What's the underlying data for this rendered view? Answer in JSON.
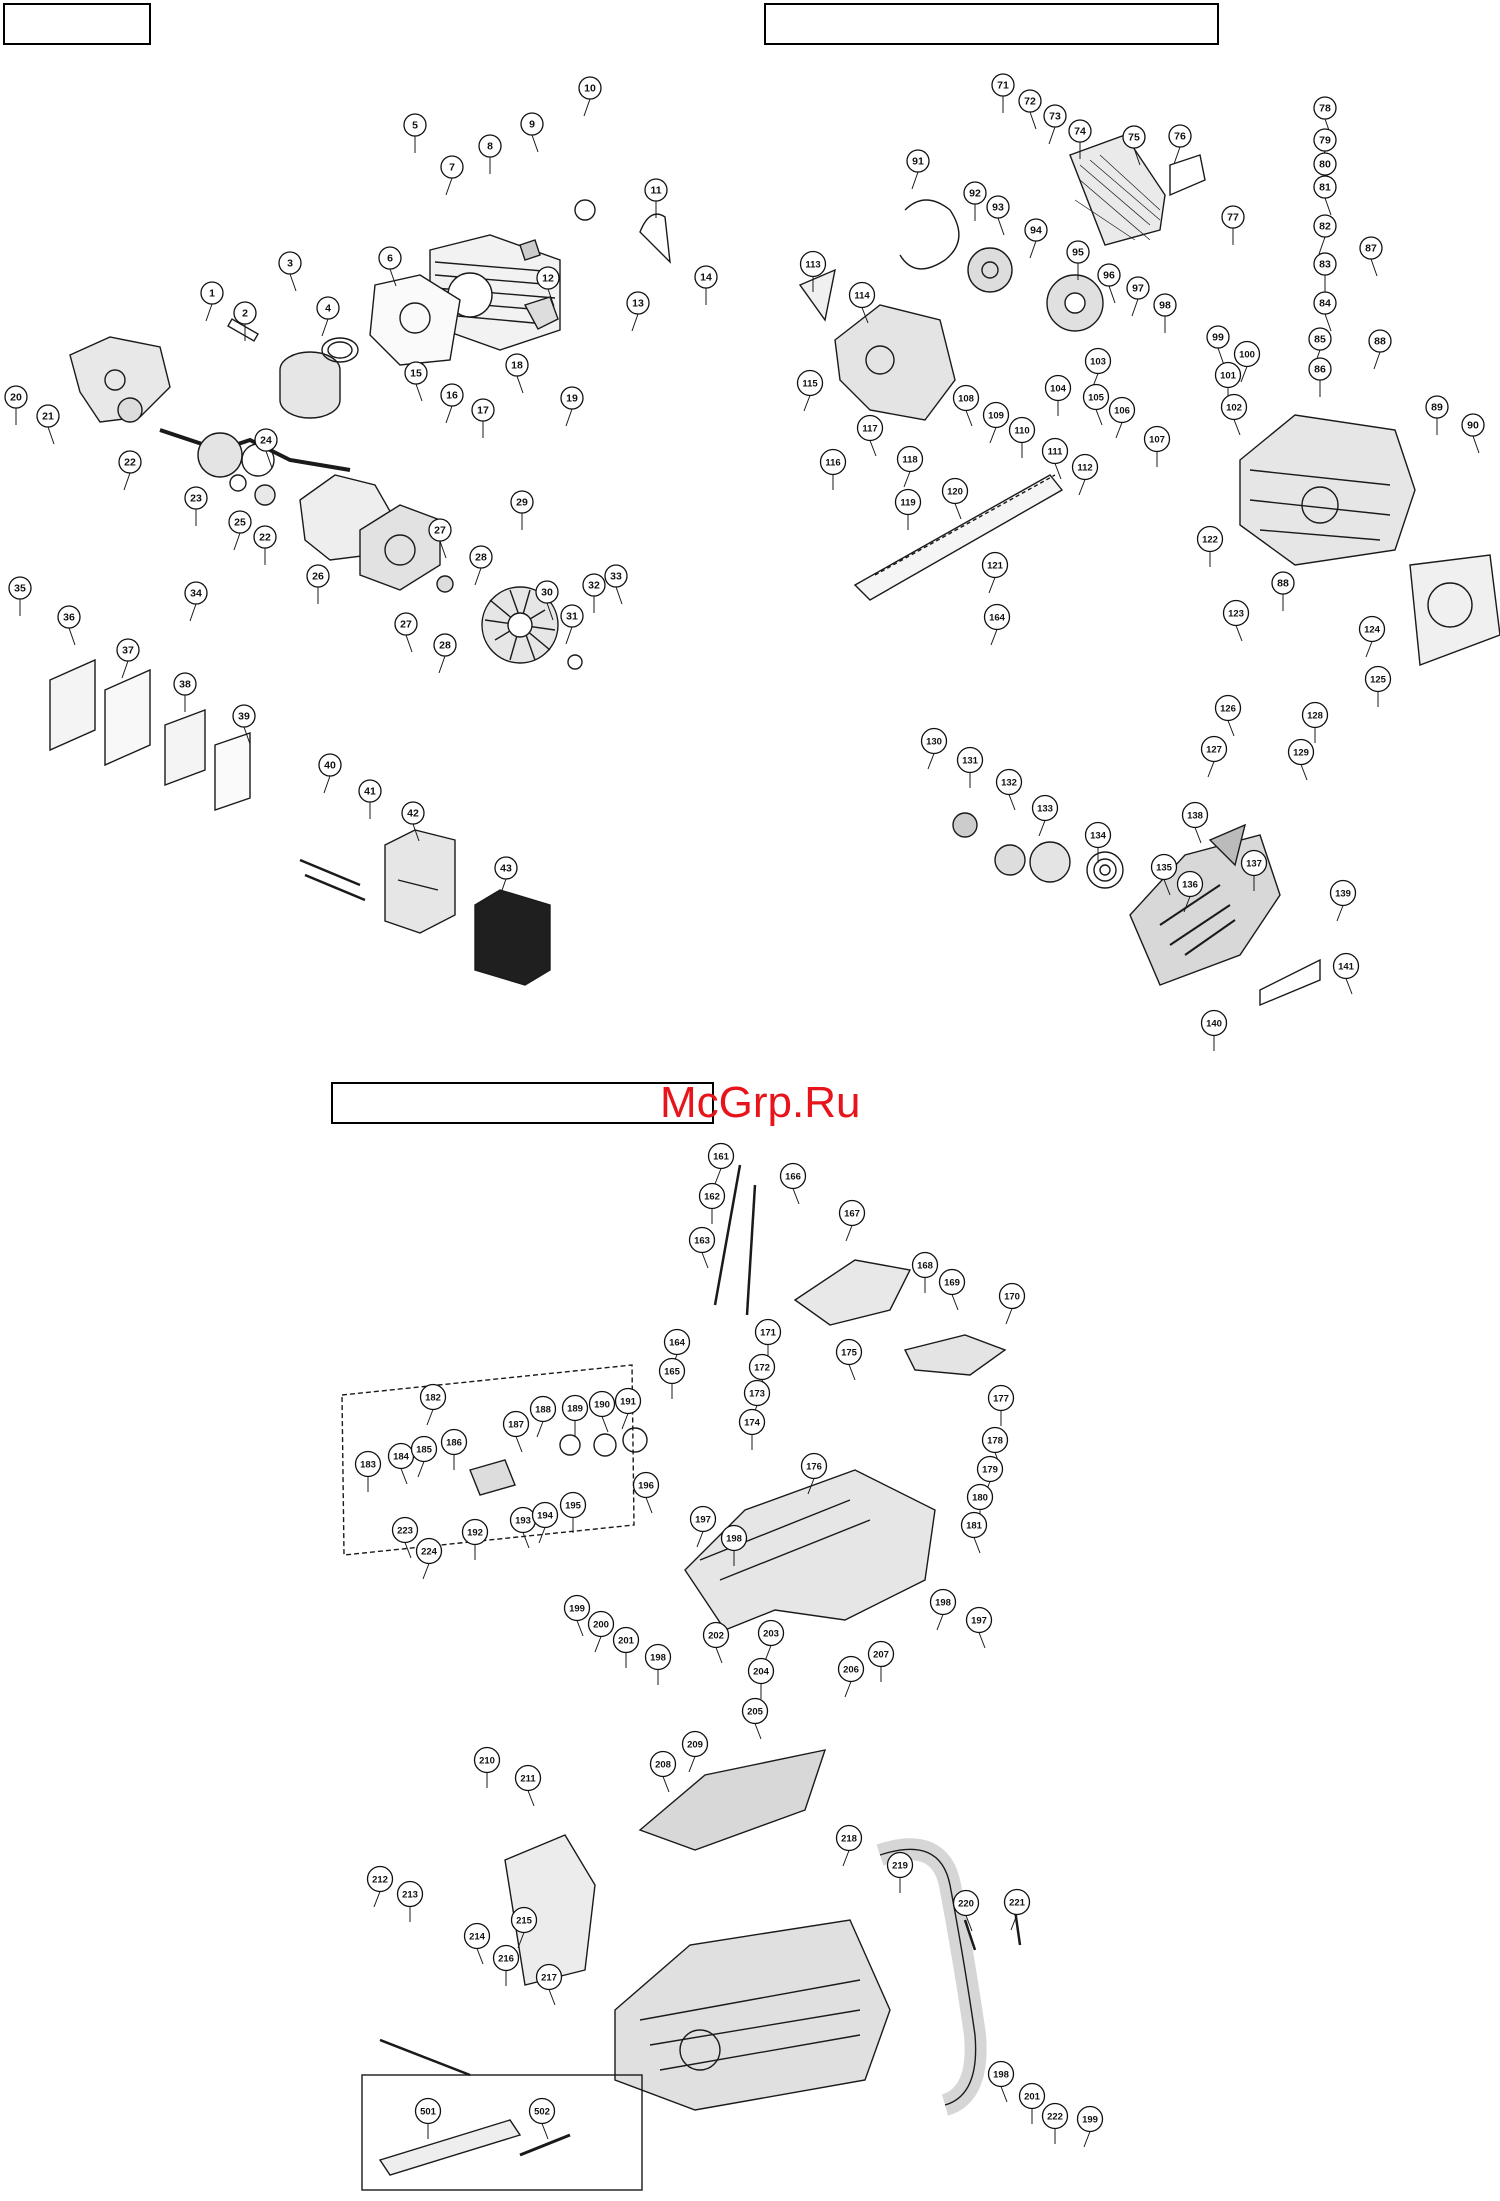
{
  "watermark": "McGrp.Ru",
  "parts": {
    "A": [
      "1",
      "2",
      "3",
      "4",
      "5",
      "6",
      "7",
      "8",
      "9",
      "10",
      "11",
      "12",
      "13",
      "14",
      "15",
      "16",
      "17",
      "18",
      "19",
      "20",
      "21",
      "22",
      "23",
      "24",
      "25",
      "26",
      "27",
      "28",
      "29",
      "30",
      "31",
      "32",
      "33",
      "34",
      "35",
      "36",
      "37",
      "38",
      "39",
      "40",
      "41",
      "42",
      "43"
    ],
    "B": [
      "71",
      "72",
      "73",
      "74",
      "75",
      "76",
      "77",
      "78",
      "79",
      "80",
      "81",
      "82",
      "83",
      "84",
      "85",
      "86",
      "87",
      "88",
      "89",
      "90",
      "91",
      "92",
      "93",
      "94",
      "95",
      "96",
      "97",
      "98",
      "99",
      "100",
      "101",
      "102",
      "103",
      "104",
      "105",
      "106",
      "107",
      "108",
      "109",
      "110",
      "111",
      "112",
      "113",
      "114",
      "115",
      "116",
      "117",
      "118",
      "119",
      "120",
      "121",
      "122",
      "123",
      "124",
      "125",
      "126",
      "127",
      "128",
      "129",
      "130",
      "131",
      "132",
      "133",
      "134",
      "135",
      "136",
      "137",
      "138",
      "139",
      "140",
      "141"
    ],
    "C": [
      "161",
      "162",
      "163",
      "164",
      "165",
      "166",
      "167",
      "168",
      "169",
      "170",
      "171",
      "172",
      "173",
      "174",
      "175",
      "176",
      "177",
      "178",
      "179",
      "180",
      "181",
      "182",
      "183",
      "184",
      "185",
      "186",
      "187",
      "188",
      "189",
      "190",
      "191",
      "192",
      "193",
      "194",
      "195",
      "196",
      "197",
      "198",
      "199",
      "200",
      "201",
      "202",
      "203",
      "204",
      "205",
      "206",
      "207",
      "208",
      "209",
      "210",
      "211",
      "212",
      "213",
      "214",
      "215",
      "216",
      "217",
      "218",
      "219",
      "220",
      "221",
      "222",
      "223",
      "224",
      "501",
      "502"
    ]
  }
}
